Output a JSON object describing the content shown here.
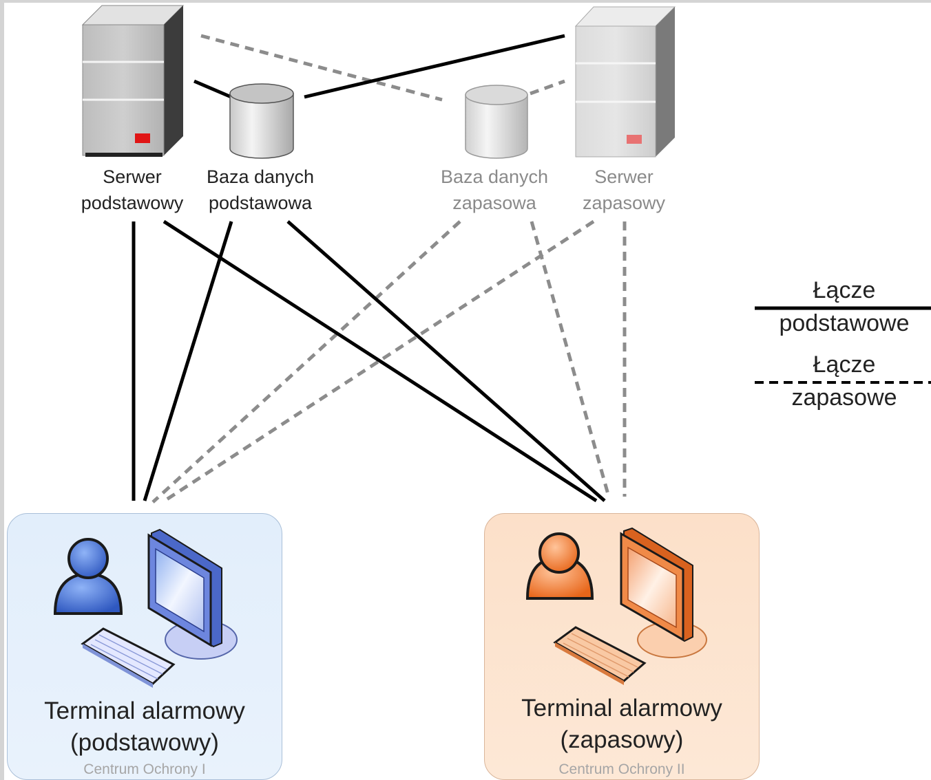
{
  "nodes": {
    "primary_server": {
      "line1": "Serwer",
      "line2": "podstawowy"
    },
    "primary_db": {
      "line1": "Baza danych",
      "line2": "podstawowa"
    },
    "backup_db": {
      "line1": "Baza danych",
      "line2": "zapasowa"
    },
    "backup_server": {
      "line1": "Serwer",
      "line2": "zapasowy"
    }
  },
  "terminals": {
    "primary": {
      "title_line1": "Terminal alarmowy",
      "title_line2": "(podstawowy)",
      "caption": "Centrum Ochrony I"
    },
    "backup": {
      "title_line1": "Terminal alarmowy",
      "title_line2": "(zapasowy)",
      "caption": "Centrum Ochrony II"
    }
  },
  "legend": {
    "primary_link": {
      "line1": "Łącze",
      "line2": "podstawowe",
      "style": "solid"
    },
    "backup_link": {
      "line1": "Łącze",
      "line2": "zapasowe",
      "style": "dashed"
    }
  },
  "colors": {
    "primary_terminal_bg": "#e4effb",
    "backup_terminal_bg": "#fde3cf",
    "primary_accent": "#3f6fd0",
    "backup_accent": "#f07a2a",
    "primary_link": "#000000",
    "backup_link": "#8c8c8c"
  }
}
